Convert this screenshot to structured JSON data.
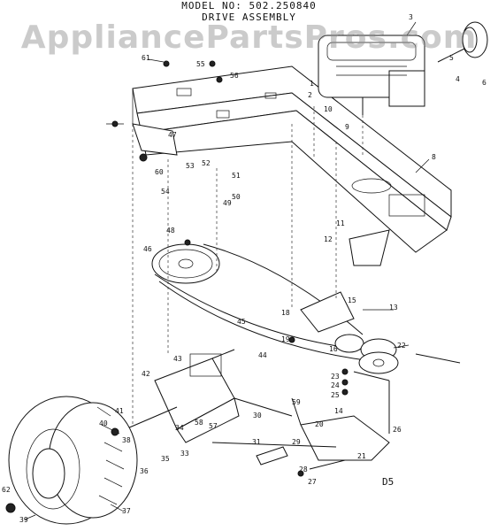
{
  "header": {
    "model": "MODEL NO: 502.250840",
    "title": "DRIVE ASSEMBLY"
  },
  "watermark": "AppliancePartsPros.com",
  "page_code": "D5",
  "callouts": [
    "1",
    "2",
    "3",
    "4",
    "5",
    "6",
    "8",
    "9",
    "10",
    "11",
    "12",
    "13",
    "14",
    "15",
    "16",
    "18",
    "19",
    "20",
    "21",
    "22",
    "23",
    "24",
    "25",
    "26",
    "27",
    "28",
    "29",
    "30",
    "31",
    "33",
    "34",
    "35",
    "36",
    "37",
    "38",
    "39",
    "40",
    "41",
    "42",
    "43",
    "44",
    "45",
    "46",
    "47",
    "48",
    "49",
    "50",
    "51",
    "52",
    "53",
    "54",
    "55",
    "56",
    "57",
    "58",
    "59",
    "60",
    "61",
    "62"
  ],
  "colors": {
    "ink": "#111111",
    "watermark": "#8c8c8c",
    "paper": "#ffffff"
  }
}
